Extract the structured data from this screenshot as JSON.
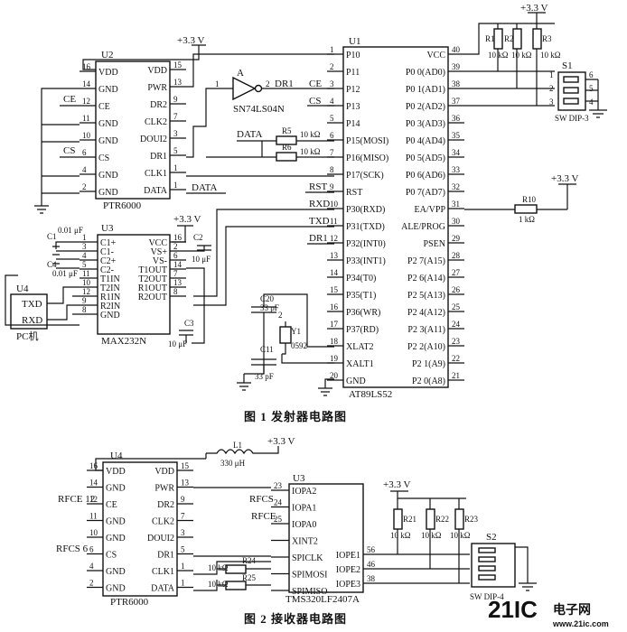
{
  "figure1": {
    "caption": "图 1   发射器电路图",
    "ptr_label": "U2",
    "ptr_part": "PTR6000",
    "ptr_left": [
      {
        "n": "16",
        "t": "VDD"
      },
      {
        "n": "14",
        "t": "GND"
      },
      {
        "n": "12",
        "t": "CE"
      },
      {
        "n": "11",
        "t": "GND"
      },
      {
        "n": "10",
        "t": "GND"
      },
      {
        "n": "6",
        "t": "CS"
      },
      {
        "n": "4",
        "t": "GND"
      },
      {
        "n": "2",
        "t": "GND"
      }
    ],
    "ptr_right": [
      {
        "n": "15",
        "t": "VDD"
      },
      {
        "n": "13",
        "t": "PWR"
      },
      {
        "n": "9",
        "t": "DR2"
      },
      {
        "n": "7",
        "t": "CLK2"
      },
      {
        "n": "3",
        "t": "DOUI2"
      },
      {
        "n": "5",
        "t": "DR1"
      },
      {
        "n": "1",
        "t": "CLK1"
      },
      {
        "n": "1",
        "t": "DATA"
      }
    ],
    "mcu_label": "U1",
    "mcu_part": "AT89LS52",
    "mcu_left": [
      {
        "n": "1",
        "t": "P10"
      },
      {
        "n": "2",
        "t": "P11"
      },
      {
        "n": "3",
        "t": "P12"
      },
      {
        "n": "4",
        "t": "P13"
      },
      {
        "n": "5",
        "t": "P14"
      },
      {
        "n": "6",
        "t": "P15(MOSI)"
      },
      {
        "n": "7",
        "t": "P16(MISO)"
      },
      {
        "n": "8",
        "t": "P17(SCK)"
      },
      {
        "n": "9",
        "t": "RST"
      },
      {
        "n": "10",
        "t": "P30(RXD)"
      },
      {
        "n": "11",
        "t": "P31(TXD)"
      },
      {
        "n": "12",
        "t": "P32(INT0)"
      },
      {
        "n": "13",
        "t": "P33(INT1)"
      },
      {
        "n": "14",
        "t": "P34(T0)"
      },
      {
        "n": "15",
        "t": "P35(T1)"
      },
      {
        "n": "16",
        "t": "P36(WR)"
      },
      {
        "n": "17",
        "t": "P37(RD)"
      },
      {
        "n": "18",
        "t": "XLAT2"
      },
      {
        "n": "19",
        "t": "XALT1"
      },
      {
        "n": "20",
        "t": "GND"
      }
    ],
    "mcu_right": [
      {
        "n": "40",
        "t": "VCC"
      },
      {
        "n": "39",
        "t": "P0 0(AD0)"
      },
      {
        "n": "38",
        "t": "P0 1(AD1)"
      },
      {
        "n": "37",
        "t": "P0 2(AD2)"
      },
      {
        "n": "36",
        "t": "P0 3(AD3)"
      },
      {
        "n": "35",
        "t": "P0 4(AD4)"
      },
      {
        "n": "34",
        "t": "P0 5(AD5)"
      },
      {
        "n": "33",
        "t": "P0 6(AD6)"
      },
      {
        "n": "32",
        "t": "P0 7(AD7)"
      },
      {
        "n": "31",
        "t": "EA/VPP"
      },
      {
        "n": "30",
        "t": "ALE/PROG"
      },
      {
        "n": "29",
        "t": "PSEN"
      },
      {
        "n": "28",
        "t": "P2 7(A15)"
      },
      {
        "n": "27",
        "t": "P2 6(A14)"
      },
      {
        "n": "26",
        "t": "P2 5(A13)"
      },
      {
        "n": "25",
        "t": "P2 4(A12)"
      },
      {
        "n": "24",
        "t": "P2 3(A11)"
      },
      {
        "n": "23",
        "t": "P2 2(A10)"
      },
      {
        "n": "22",
        "t": "P2 1(A9)"
      },
      {
        "n": "21",
        "t": "P2 0(A8)"
      }
    ],
    "max_label": "U3",
    "max_part": "MAX232N",
    "max_left": [
      {
        "n": "1",
        "t": "C1+"
      },
      {
        "n": "3",
        "t": "C1-"
      },
      {
        "n": "4",
        "t": "C2+"
      },
      {
        "n": "5",
        "t": "C2-"
      },
      {
        "n": "11",
        "t": "T1IN"
      },
      {
        "n": "10",
        "t": "T2IN"
      },
      {
        "n": "12",
        "t": "R1IN"
      },
      {
        "n": "9",
        "t": "R2IN"
      },
      {
        "n": "8",
        "t": "GND"
      }
    ],
    "max_right": [
      {
        "n": "16",
        "t": "VCC"
      },
      {
        "n": "2",
        "t": "VS+"
      },
      {
        "n": "6",
        "t": "VS-"
      },
      {
        "n": "14",
        "t": "T1OUT"
      },
      {
        "n": "7",
        "t": "T2OUT"
      },
      {
        "n": "13",
        "t": "R1OUT"
      },
      {
        "n": "8",
        "t": "R2OUT"
      }
    ],
    "pc_label": "U4",
    "pc_txd": "TXD",
    "pc_rxd": "RXD",
    "pc_name": "PC机",
    "inverter": {
      "label": "A",
      "part": "SN74LS04N",
      "in_pin": "1",
      "out_pin": "2",
      "net": "DR1"
    },
    "nets": {
      "ce": "CE",
      "cs": "CS",
      "data": "DATA",
      "rst": "RST",
      "rxd": "RXD",
      "txd": "TXD",
      "dr1": "DR1"
    },
    "supply": "+3.3 V",
    "r_values": {
      "r1": "R1",
      "r2": "R2",
      "r3": "R3",
      "r": "10 kΩ",
      "r5": "R5",
      "r6": "R6",
      "r10": "R10",
      "r10v": "1 kΩ"
    },
    "caps": {
      "c1": "C1",
      "c2": "C2",
      "c3": "C3",
      "c4": "C4",
      "v001": "0.01 μF",
      "v10": "10 μF",
      "c20": "C20",
      "c11": "C11",
      "v33": "33 pF"
    },
    "crystal": {
      "label": "Y1",
      "value": "0592"
    },
    "switch": {
      "label": "S1",
      "part": "SW DIP-3",
      "pins": [
        "1",
        "2",
        "3",
        "6",
        "5",
        "4"
      ]
    }
  },
  "figure2": {
    "caption": "图 2   接收器电路图",
    "ptr_label": "U4",
    "ptr_part": "PTR6000",
    "ptr_left": [
      {
        "n": "16",
        "t": "VDD"
      },
      {
        "n": "14",
        "t": "GND"
      },
      {
        "n": "12",
        "t": "CE"
      },
      {
        "n": "11",
        "t": "GND"
      },
      {
        "n": "10",
        "t": "GND"
      },
      {
        "n": "6",
        "t": "CS"
      },
      {
        "n": "4",
        "t": "GND"
      },
      {
        "n": "2",
        "t": "GND"
      }
    ],
    "ptr_right": [
      {
        "n": "15",
        "t": "VDD"
      },
      {
        "n": "13",
        "t": "PWR"
      },
      {
        "n": "9",
        "t": "DR2"
      },
      {
        "n": "7",
        "t": "CLK2"
      },
      {
        "n": "3",
        "t": "DOUI2"
      },
      {
        "n": "5",
        "t": "DR1"
      },
      {
        "n": "1",
        "t": "CLK1"
      },
      {
        "n": "1",
        "t": "DATA"
      }
    ],
    "dsp_label": "U3",
    "dsp_part": "TMS320LF2407A",
    "dsp_left": [
      {
        "n": "23",
        "t": "IOPA2"
      },
      {
        "n": "24",
        "t": "IOPA1"
      },
      {
        "n": "25",
        "t": "IOPA0"
      },
      {
        "n": "",
        "t": "XINT2"
      },
      {
        "n": "",
        "t": "SPICLK"
      },
      {
        "n": "",
        "t": "SPIMOSI"
      },
      {
        "n": "",
        "t": "SPIMISO"
      }
    ],
    "dsp_right": [
      {
        "n": "56",
        "t": "IOPE1"
      },
      {
        "n": "46",
        "t": "IOPE2"
      },
      {
        "n": "38",
        "t": "IOPE3"
      }
    ],
    "nets": {
      "rfce1": "RFCE 12",
      "rfcs6": "RFCS 6",
      "rfcs": "RFCS",
      "rfce": "RFCE"
    },
    "inductor": {
      "label": "L1",
      "value": "330 μH"
    },
    "supply": "+3.3 V",
    "r_values": {
      "r21": "R21",
      "r22": "R22",
      "r23": "R23",
      "r24": "R24",
      "r25": "R25",
      "r": "10 kΩ"
    },
    "switch": {
      "label": "S2",
      "part": "SW DIP-4"
    }
  },
  "watermark": {
    "brand": "21IC",
    "cn": "电子网",
    "url": "www.21ic.com"
  }
}
